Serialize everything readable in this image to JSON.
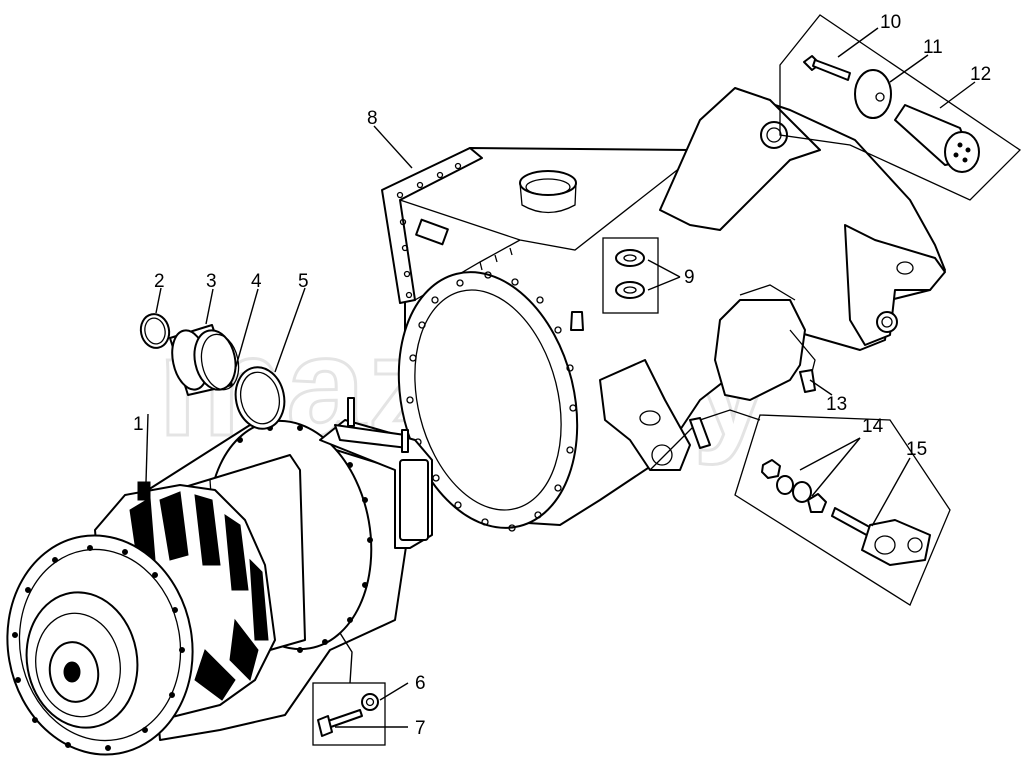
{
  "watermark": "mazik.by",
  "callouts": [
    "1",
    "2",
    "3",
    "4",
    "5",
    "6",
    "7",
    "8",
    "9",
    "10",
    "11",
    "12",
    "13",
    "14",
    "15"
  ],
  "colors": {
    "line": "#000000",
    "background": "#ffffff",
    "watermark": "#e4e4e4"
  }
}
